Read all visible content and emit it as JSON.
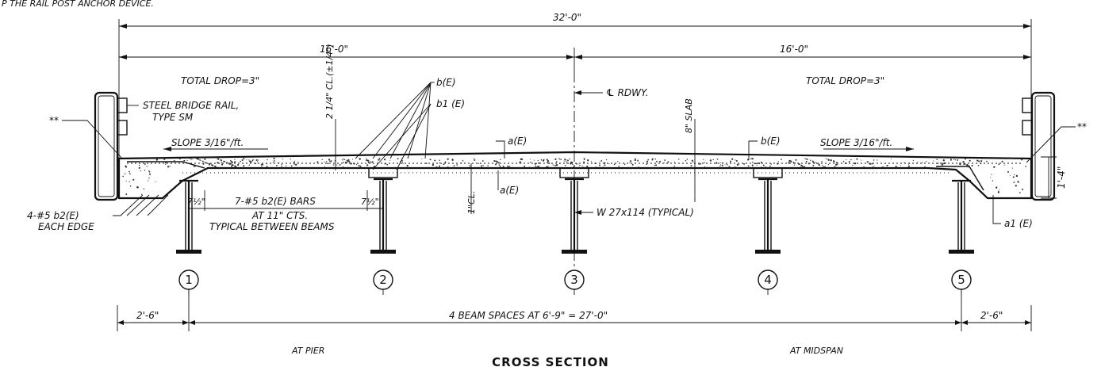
{
  "header_note": "P THE RAIL POST ANCHOR DEVICE.",
  "dims": {
    "overall": "32'-0\"",
    "half_left": "16'-0\"",
    "half_right": "16'-0\"",
    "edge_left": "2'-6\"",
    "edge_right": "2'-6\"",
    "beam_spaces": "4 BEAM SPACES AT 6'-9\" = 27'-0\"",
    "depth": "1'-4\""
  },
  "labels": {
    "total_drop_left": "TOTAL DROP=3\"",
    "total_drop_right": "TOTAL DROP=3\"",
    "rail_line1": "STEEL BRIDGE RAIL,",
    "rail_line2": "TYPE SM",
    "slope_left": "SLOPE 3/16\"/ft.",
    "slope_right": "SLOPE 3/16\"/ft.",
    "clear_cover": "2 1/4\" CL.(±1/4\")",
    "bar_b": "b(E)",
    "bar_b1": "b1 (E)",
    "rdwy": "℄ RDWY.",
    "slab": "8\" SLAB",
    "a_top": "a(E)",
    "b_right": "b(E)",
    "a_bottom": "a(E)",
    "one_cl": "1\"CL.",
    "haunch_l": "7½\"",
    "haunch_r": "7½\"",
    "bars": "7-#5 b2(E) BARS",
    "at_cts": "AT 11\" CTS.",
    "typical": "TYPICAL BETWEEN BEAMS",
    "beam": "W 27x114 (TYPICAL)",
    "edge1": "4-#5 b2(E)",
    "edge2": "EACH EDGE",
    "a1": "a1 (E)",
    "star_l": "**",
    "star_r": "**",
    "at_pier": "AT PIER",
    "at_midspan": "AT MIDSPAN",
    "title": "CROSS SECTION"
  },
  "beam_numbers": [
    "1",
    "2",
    "3",
    "4",
    "5"
  ]
}
